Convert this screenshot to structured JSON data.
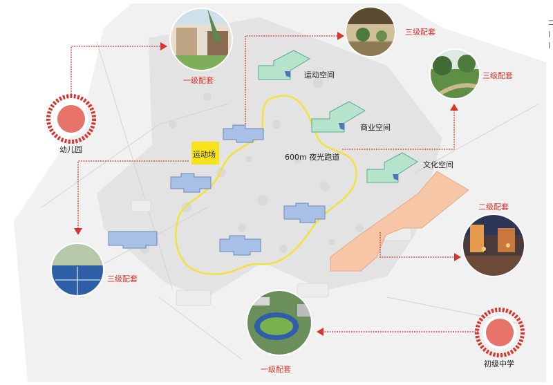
{
  "labels": {
    "kindergarten": "幼儿园",
    "middle_school": "初级中学",
    "sports_field": "运动场",
    "night_run": "600m 夜光跑道",
    "sports_space": "运动空间",
    "commercial_space": "商业空间",
    "cultural_space": "文化空间",
    "level1_top": "一级配套",
    "level1_bottom": "一级配套",
    "level2": "二级配套",
    "level3_top": "三级配套",
    "level3_right": "三级配套",
    "level3_left": "三级配套"
  },
  "side_text": [
    "二",
    "|",
    "|"
  ],
  "colors": {
    "accent_red": "#d8342c",
    "building_blue": "#a9c0e6",
    "space_green": "#b5e3cc",
    "commercial_orange": "#f6c6a6",
    "run_yellow": "#f2e23a",
    "field_yellow": "#f7e21c"
  }
}
